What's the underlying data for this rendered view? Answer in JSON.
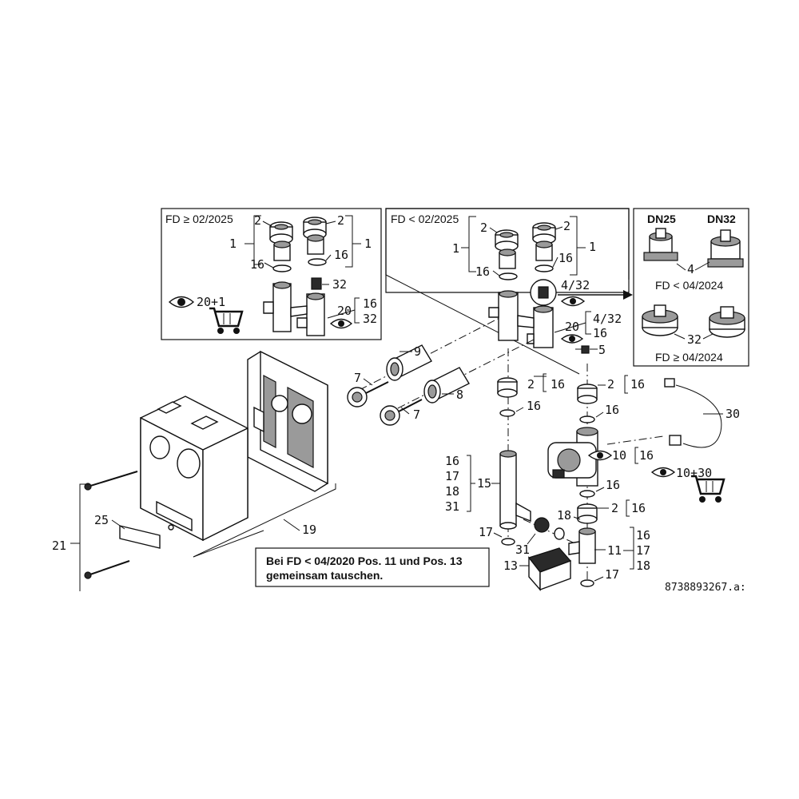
{
  "panels": {
    "fd_new": "FD ≥ 02/2025",
    "fd_old": "FD < 02/2025",
    "dn25": "DN25",
    "dn32": "DN32",
    "fd_old_2024": "FD < 04/2024",
    "fd_new_2024": "FD ≥ 04/2024"
  },
  "labels": {
    "l2a": "2",
    "l2b": "2",
    "l1a": "1",
    "l1b": "1",
    "l16a": "16",
    "l16b": "16",
    "l32a": "32",
    "l20a": "20",
    "l16c": "16",
    "l32b": "32",
    "l20plus1": "20+1",
    "l2c": "2",
    "l2d": "2",
    "l1c": "1",
    "l1d": "1",
    "l16d": "16",
    "l16e": "16",
    "l432a": "4/32",
    "l20b": "20",
    "l432b": "4/32",
    "l16f": "16",
    "l5": "5",
    "l4": "4",
    "l32c": "32",
    "l9": "9",
    "l7a": "7",
    "l8": "8",
    "l7b": "7",
    "l2e": "2",
    "l16g": "16",
    "l16h": "16",
    "l2f": "2",
    "l16i": "16",
    "l16j": "16",
    "l30": "30",
    "l10": "10",
    "l16k": "16",
    "l10plus30": "10+30",
    "l16l": "16",
    "l2g": "2",
    "l16m": "16",
    "l18a": "18",
    "l16n": "16",
    "l17a": "17",
    "l18b": "18",
    "l31a": "31",
    "l15": "15",
    "l17b": "17",
    "l31b": "31",
    "l11": "11",
    "l16o": "16",
    "l17c": "17",
    "l18c": "18",
    "l13": "13",
    "l17d": "17",
    "l25": "25",
    "l21": "21",
    "l19": "19"
  },
  "note": {
    "line1": "Bei FD < 04/2020 Pos. 11 und Pos. 13",
    "line2": "gemeinsam tauschen."
  },
  "doc_number": "8738893267.a:"
}
